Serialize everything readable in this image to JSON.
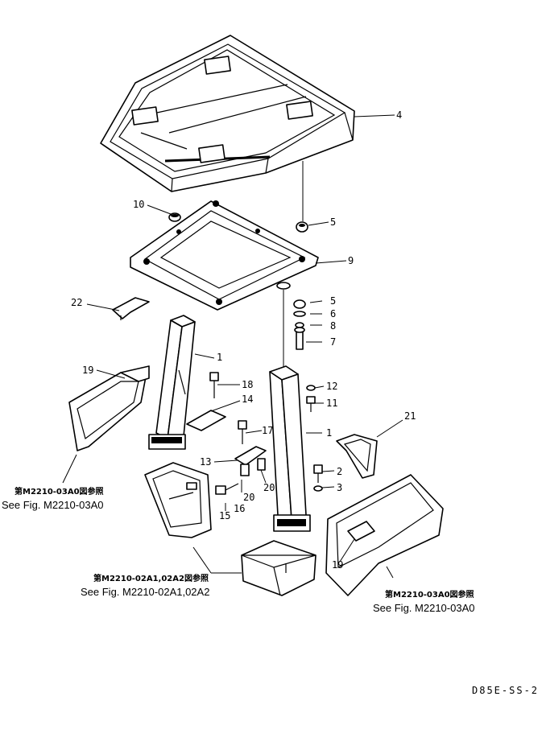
{
  "parts": {
    "p1a": "1",
    "p1b": "1",
    "p2": "2",
    "p3": "3",
    "p4": "4",
    "p5a": "5",
    "p5b": "5",
    "p6": "6",
    "p7": "7",
    "p8": "8",
    "p9": "9",
    "p10": "10",
    "p11": "11",
    "p12": "12",
    "p13": "13",
    "p14": "14",
    "p15": "15",
    "p16": "16",
    "p17": "17",
    "p18": "18",
    "p19a": "19",
    "p19b": "19",
    "p20a": "20",
    "p20b": "20",
    "p21": "21",
    "p22": "22"
  },
  "refs": {
    "left_jp": "第M2210-03A0図参照",
    "left_en": "See Fig. M2210-03A0",
    "center_jp": "第M2210-02A1,02A2図参照",
    "center_en": "See Fig. M2210-02A1,02A2",
    "right_jp": "第M2210-03A0図参照",
    "right_en": "See Fig. M2210-03A0"
  },
  "drawing_code": "D85E-SS-2"
}
